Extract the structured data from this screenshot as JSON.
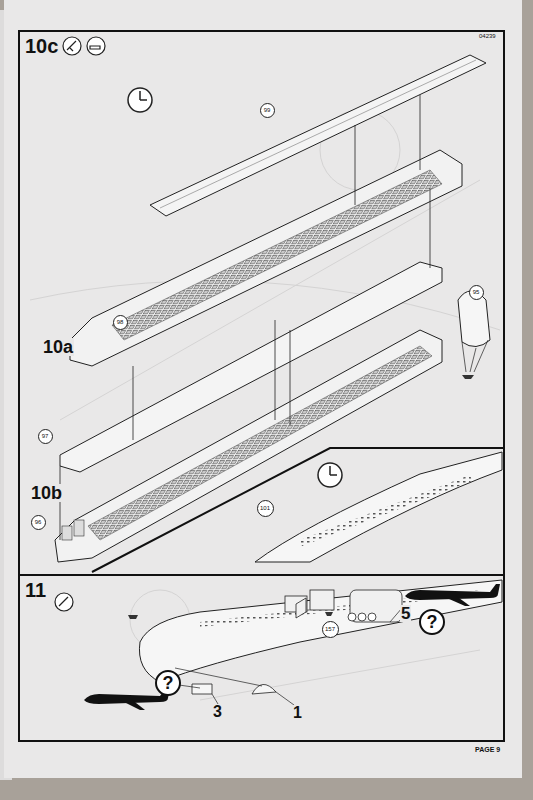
{
  "diagram": {
    "nodes": [
      {
        "text": [
          "10c"
        ]
      },
      {
        "text": [
          "99"
        ],
        "in": 0
      },
      {
        "text": [
          "98"
        ],
        "in": 0
      },
      {
        "text": [
          "95"
        ],
        "in": 0
      },
      {
        "text": [
          "97"
        ],
        "in": 0
      },
      {
        "text": [
          "96"
        ],
        "in": 0
      },
      {
        "text": [
          "101"
        ],
        "in": 0
      },
      {
        "text": [
          "11"
        ]
      },
      {
        "text": [
          "157"
        ],
        "in": 7
      },
      {
        "text": [
          "?"
        ],
        "in": 7
      },
      {
        "text": [
          "?"
        ],
        "in": 7
      }
    ],
    "labels": [
      "04239",
      "10a",
      "10b",
      "5",
      "3",
      "1",
      "PAGE 9"
    ]
  }
}
